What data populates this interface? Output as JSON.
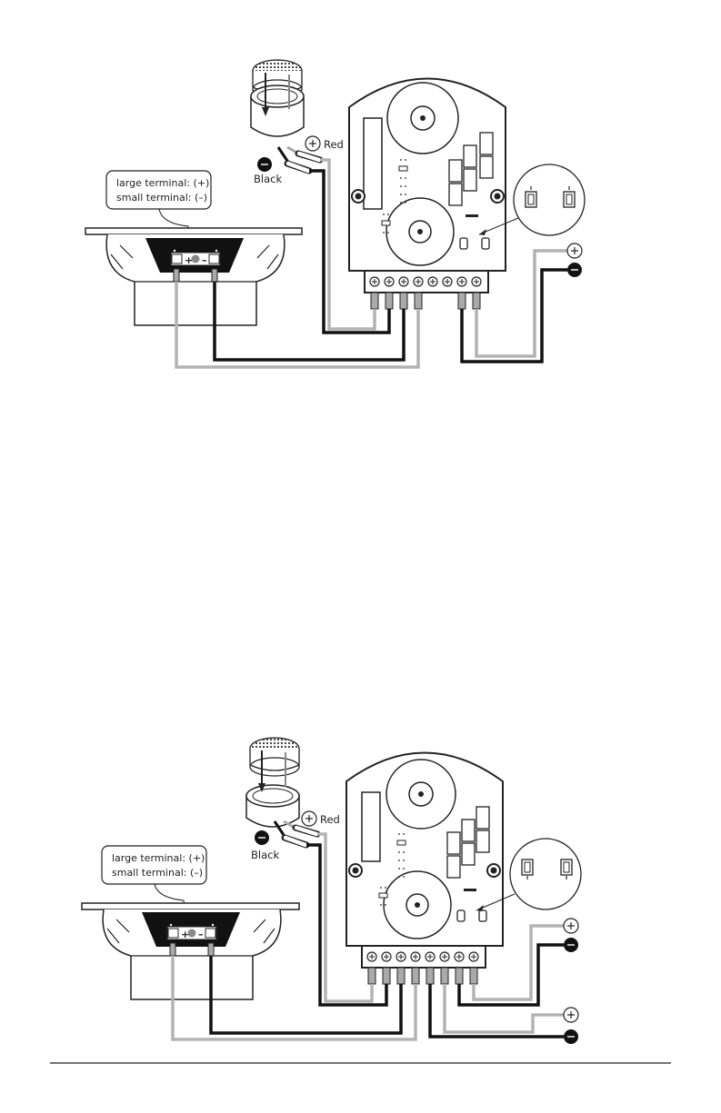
{
  "diagrams": [
    {
      "callout": {
        "line1": "large terminal: (+)",
        "line2": "small terminal: (–)"
      },
      "tweeter_positive_label": "Red",
      "tweeter_negative_label": "Black",
      "woofer_plus": "+",
      "woofer_minus": "–",
      "amp_outputs": 1
    },
    {
      "callout": {
        "line1": "large terminal: (+)",
        "line2": "small terminal: (–)"
      },
      "tweeter_positive_label": "Red",
      "tweeter_negative_label": "Black",
      "woofer_plus": "+",
      "woofer_minus": "–",
      "amp_outputs": 2
    }
  ],
  "colors": {
    "wire_positive": "#b3b3b3",
    "wire_negative": "#111111",
    "outline": "#222222"
  }
}
